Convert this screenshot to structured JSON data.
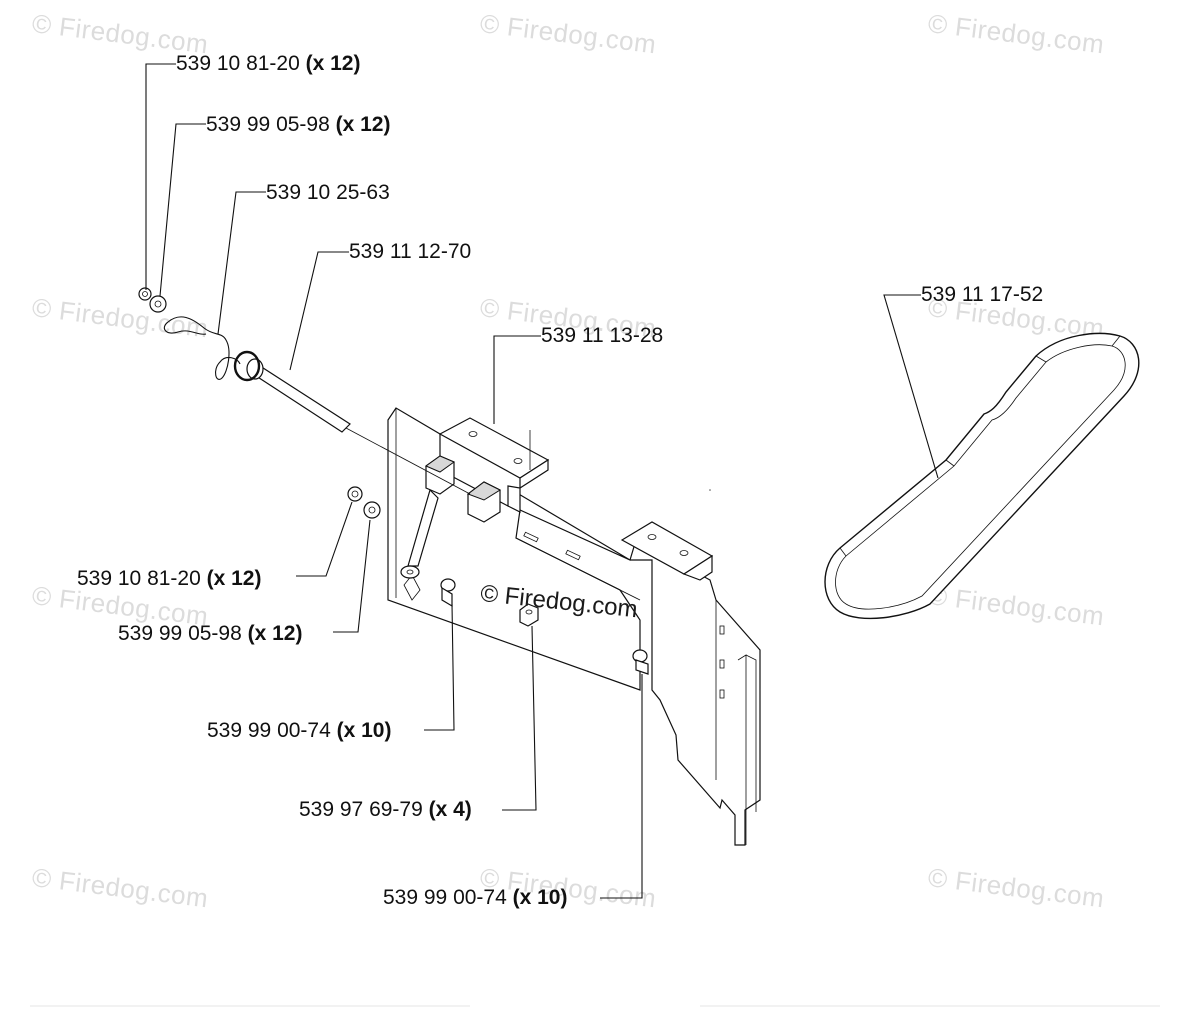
{
  "watermark": "© Firedog.com",
  "callouts": [
    {
      "part": "539 10 81-20",
      "qty": "(x 12)"
    },
    {
      "part": "539 99 05-98",
      "qty": "(x 12)"
    },
    {
      "part": "539 10 25-63",
      "qty": ""
    },
    {
      "part": "539 11 12-70",
      "qty": ""
    },
    {
      "part": "539 11 13-28",
      "qty": ""
    },
    {
      "part": "539 11 17-52",
      "qty": ""
    },
    {
      "part": "539 10 81-20",
      "qty": "(x 12)"
    },
    {
      "part": "539 99 05-98",
      "qty": "(x 12)"
    },
    {
      "part": "539 99 00-74",
      "qty": "(x 10)"
    },
    {
      "part": "539 97 69-79",
      "qty": "(x 4)"
    },
    {
      "part": "539 99 00-74",
      "qty": "(x 10)"
    }
  ]
}
